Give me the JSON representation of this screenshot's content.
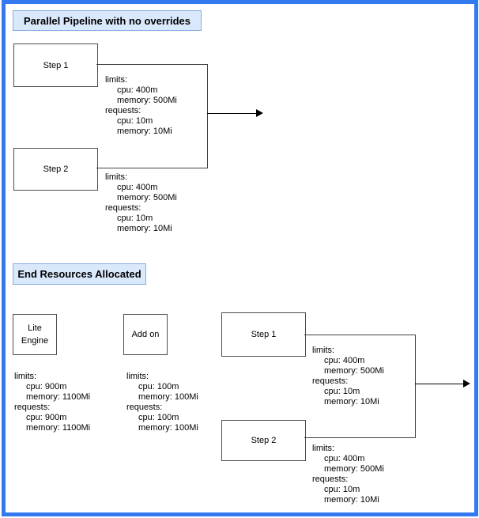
{
  "diagram": {
    "section1": {
      "title": "Parallel Pipeline with no overrides",
      "step1": {
        "label": "Step 1",
        "resources": [
          "limits:",
          "cpu: 400m",
          "memory: 500Mi",
          "requests:",
          "cpu: 10m",
          "memory: 10Mi"
        ]
      },
      "step2": {
        "label": "Step 2",
        "resources": [
          "limits:",
          "cpu: 400m",
          "memory: 500Mi",
          "requests:",
          "cpu: 10m",
          "memory: 10Mi"
        ]
      }
    },
    "section2": {
      "title": "End Resources Allocated",
      "lite_engine": {
        "label_line1": "Lite",
        "label_line2": "Engine",
        "resources": [
          "limits:",
          "cpu: 900m",
          "memory: 1100Mi",
          "requests:",
          "cpu: 900m",
          "memory: 1100Mi"
        ]
      },
      "add_on": {
        "label": "Add on",
        "resources": [
          "limits:",
          "cpu: 100m",
          "memory: 100Mi",
          "requests:",
          "cpu: 100m",
          "memory: 100Mi"
        ]
      },
      "step1": {
        "label": "Step 1",
        "resources": [
          "limits:",
          "cpu: 400m",
          "memory: 500Mi",
          "requests:",
          "cpu: 10m",
          "memory: 10Mi"
        ]
      },
      "step2": {
        "label": "Step 2",
        "resources": [
          "limits:",
          "cpu: 400m",
          "memory: 500Mi",
          "requests:",
          "cpu: 10m",
          "memory: 10Mi"
        ]
      }
    },
    "colors": {
      "frame_border": "#337af0",
      "title_fill": "#dae8fc",
      "title_border": "#85ace0",
      "node_border": "#4d4d4d",
      "connector": "#000000"
    }
  }
}
